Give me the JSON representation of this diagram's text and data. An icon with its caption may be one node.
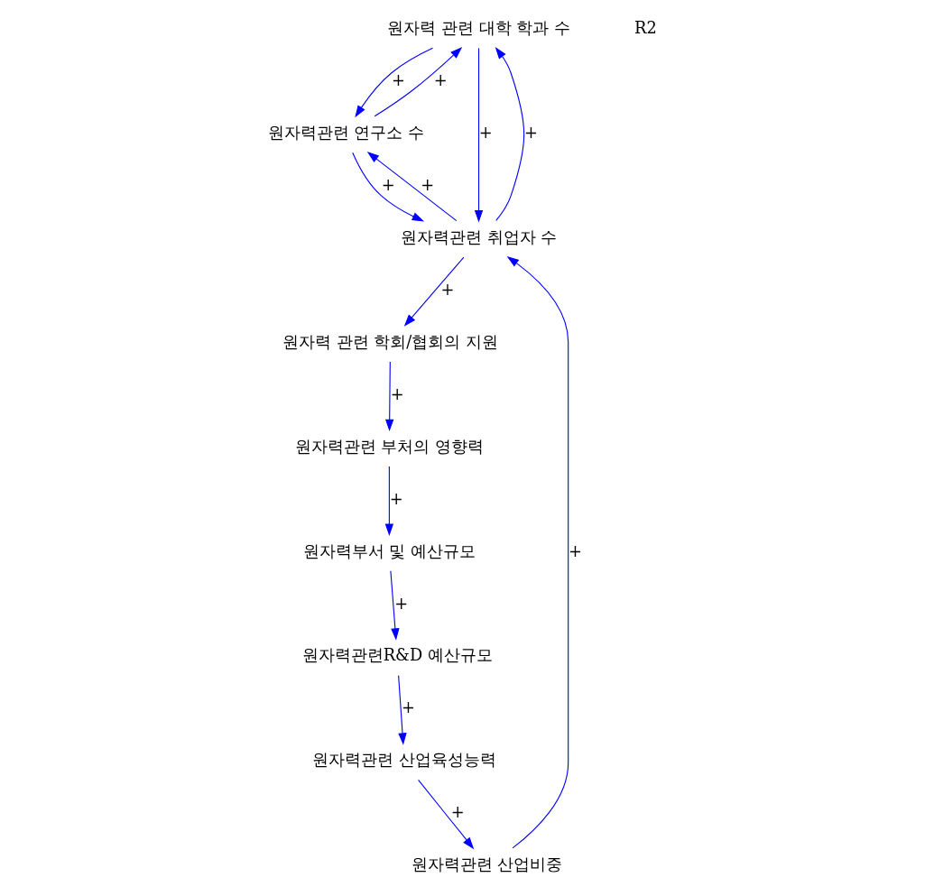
{
  "diagram": {
    "nodes": [
      {
        "text": [
          "원자력 관련 대학 학과 수"
        ]
      },
      {
        "text": [
          "원자력관련 연구소 수"
        ]
      },
      {
        "text": [
          "원자력관련 취업자 수"
        ]
      },
      {
        "text": [
          "원자력 관련 학회/협회의 지원"
        ]
      },
      {
        "text": [
          "원자력관련 부처의 영향력"
        ]
      },
      {
        "text": [
          "원자력부서 및 예산규모"
        ]
      },
      {
        "text": [
          "원자력관련R&D 예산규모"
        ]
      },
      {
        "text": [
          "원자력관련 산업육성능력"
        ]
      },
      {
        "text": [
          "원자력관련 산업비중"
        ]
      }
    ],
    "edges": [
      {
        "from": 0,
        "to": 1,
        "arrow": "to",
        "label": "+"
      },
      {
        "from": 1,
        "to": 0,
        "arrow": "to",
        "label": "+"
      },
      {
        "from": 0,
        "to": 2,
        "arrow": "to",
        "label": "+"
      },
      {
        "from": 2,
        "to": 0,
        "arrow": "to",
        "label": "+"
      },
      {
        "from": 2,
        "to": 1,
        "arrow": "to",
        "label": "+"
      },
      {
        "from": 1,
        "to": 2,
        "arrow": "to",
        "label": "+"
      },
      {
        "from": 2,
        "to": 3,
        "arrow": "to",
        "label": "+"
      },
      {
        "from": 3,
        "to": 4,
        "arrow": "to",
        "label": "+"
      },
      {
        "from": 4,
        "to": 5,
        "arrow": "to",
        "label": "+"
      },
      {
        "from": 5,
        "to": 6,
        "arrow": "to",
        "label": "+"
      },
      {
        "from": 6,
        "to": 7,
        "arrow": "to",
        "label": "+"
      },
      {
        "from": 7,
        "to": 8,
        "arrow": "to",
        "label": "+"
      },
      {
        "from": 8,
        "to": 2,
        "arrow": "to",
        "label": "+"
      }
    ],
    "labels": [
      "R2"
    ]
  }
}
